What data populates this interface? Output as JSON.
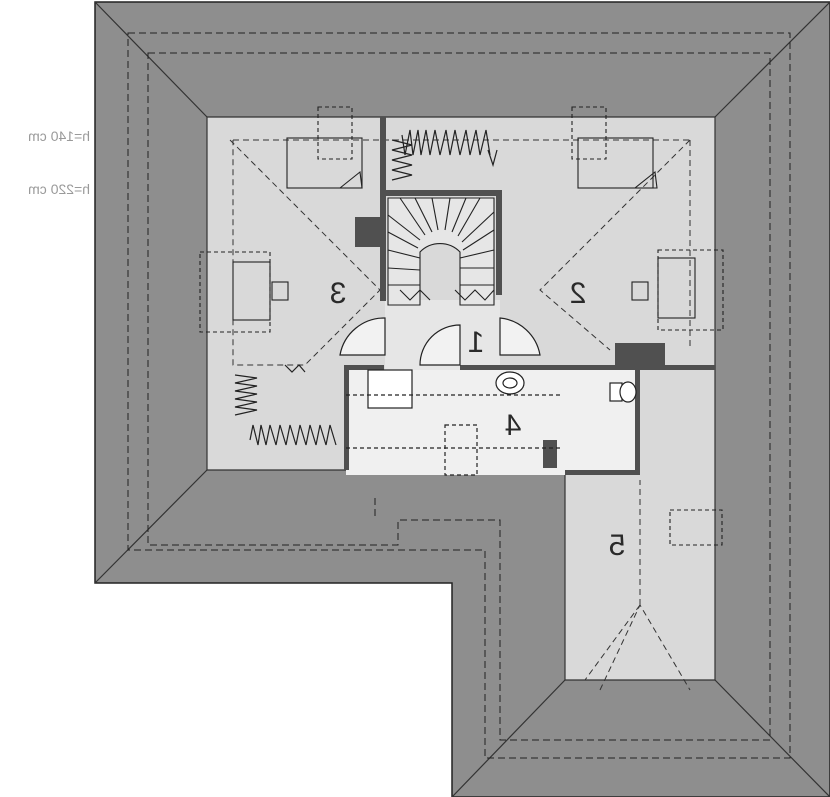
{
  "legend": {
    "line1": "h=140 cm",
    "line2": "h=220 cm"
  },
  "rooms": {
    "r1": "1",
    "r2": "2",
    "r3": "3",
    "r4": "4",
    "r5": "5"
  },
  "colors": {
    "roof": "#8e8e8e",
    "floor": "#d9d9d9",
    "bath_floor": "#ebebeb",
    "wall": "#505050",
    "line": "#2a2a2a"
  }
}
